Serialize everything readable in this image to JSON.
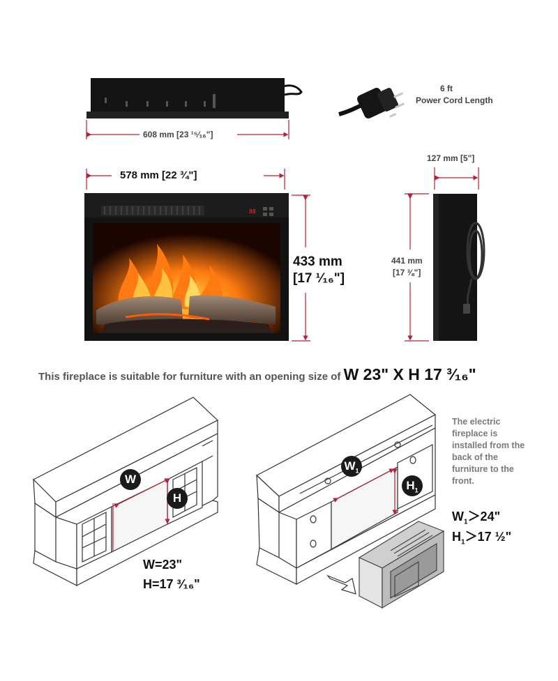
{
  "dims": {
    "top_width": "608 mm [23 ¹⁵⁄₁₆\"]",
    "cord_length_value": "6 ft",
    "cord_length_label": "Power Cord Length",
    "front_width": "578 mm [22 ¾\"]",
    "front_height_mm": "433 mm",
    "front_height_in": "[17 ¹⁄₁₆\"]",
    "side_depth": "127 mm [5\"]",
    "side_height_mm": "441 mm",
    "side_height_in": "[17 ⅜\"]"
  },
  "heater_display": "88",
  "headline": {
    "text": "This fireplace is suitable for furniture with an opening size of",
    "size": "W 23\" X H 17 ³⁄₁₆\""
  },
  "left_diagram": {
    "badge_w": "W",
    "badge_h": "H",
    "w_value": "W=23\"",
    "h_value": "H=17 ³⁄₁₆\""
  },
  "right_diagram": {
    "badge_w": "W",
    "badge_h": "H",
    "badge_sub": "1",
    "note": "The electric fireplace is installed from the back of the furniture to the front.",
    "w_label": "W",
    "w_value": "＞24\"",
    "h_label": "H",
    "h_value": "＞17 ½\""
  },
  "colors": {
    "dimension_line": "#b3223a",
    "unit_body": "#141414",
    "flame": "#ff7a10",
    "note_gray": "#7a7a7a"
  }
}
